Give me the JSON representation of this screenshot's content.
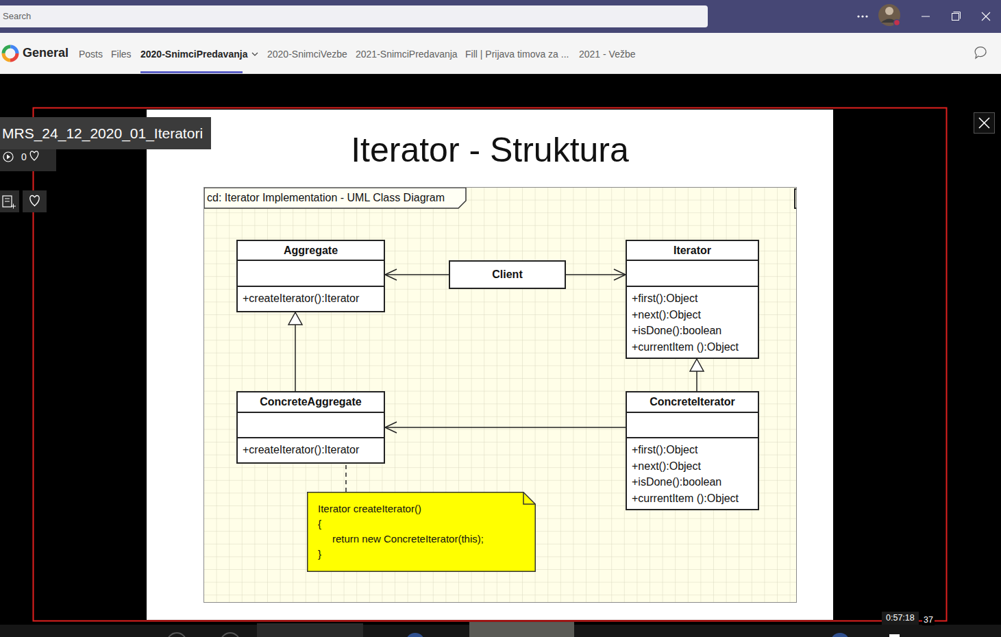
{
  "diagram": {
    "title": "Iterator - Struktura",
    "nodes": [
      {
        "text": [
          "cd: Iterator Implementation - UML Class Diagram"
        ]
      },
      {
        "text": [
          "Aggregate",
          "+createIterator():Iterator"
        ],
        "in": 0
      },
      {
        "text": [
          "Client"
        ],
        "in": 0
      },
      {
        "text": [
          "Iterator",
          "+first():Object",
          "+next():Object",
          "+isDone():boolean",
          "+currentItem ():Object"
        ],
        "in": 0
      },
      {
        "text": [
          "ConcreteAggregate",
          "+createIterator():Iterator"
        ],
        "in": 0
      },
      {
        "text": [
          "ConcreteIterator",
          "+first():Object",
          "+next():Object",
          "+isDone():boolean",
          "+currentItem ():Object"
        ],
        "in": 0
      },
      {
        "text": [
          "Iterator createIterator()",
          "{",
          "return new ConcreteIterator(this);",
          "}"
        ],
        "in": 0
      }
    ],
    "edges": [
      {
        "from": 2,
        "to": 1,
        "arrow": "to"
      },
      {
        "from": 2,
        "to": 3,
        "arrow": "to"
      },
      {
        "from": 4,
        "to": 1,
        "arrow": "to"
      },
      {
        "from": 5,
        "to": 3,
        "arrow": "to"
      },
      {
        "from": 5,
        "to": 4,
        "arrow": "to"
      },
      {
        "from": 6,
        "to": 4,
        "arrow": "none"
      }
    ],
    "labels": [
      "Search",
      "General",
      "Posts",
      "Files",
      "2020-SnimciPredavanja",
      "2020-SnimciVezbe",
      "2021-SnimciPredavanja",
      "Fill | Prijava timova za ...",
      "2021 - Vežbe",
      "MRS_24_12_2020_01_Iteratori",
      "0",
      "0:57:18",
      "37"
    ]
  }
}
